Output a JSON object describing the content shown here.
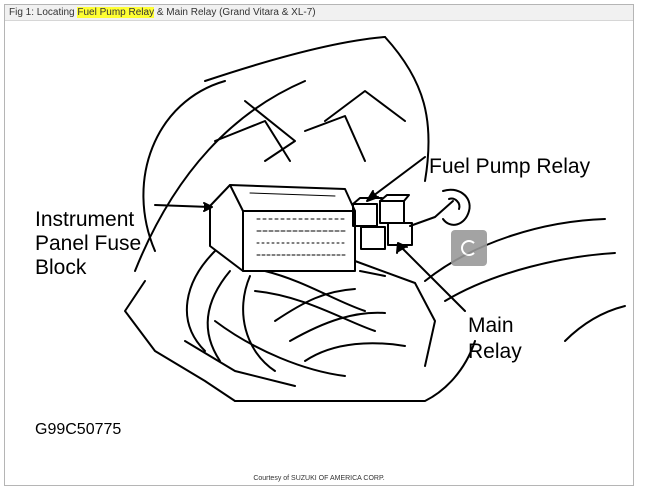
{
  "caption": {
    "prefix": "Fig 1: Locating ",
    "highlight": "Fuel Pump Relay",
    "suffix": " & Main Relay (Grand Vitara & XL-7)"
  },
  "figure": {
    "label_fuel_pump_relay": "Fuel Pump Relay",
    "label_fuse_block_line1": "Instrument",
    "label_fuse_block_line2": "Panel Fuse",
    "label_fuse_block_line3": "Block",
    "label_main_line1": "Main",
    "label_main_line2": "Relay",
    "code": "G99C50775",
    "credit": "Courtesy of SUZUKI OF AMERICA CORP."
  },
  "overlay": {
    "icon": "loading-spinner-icon"
  }
}
